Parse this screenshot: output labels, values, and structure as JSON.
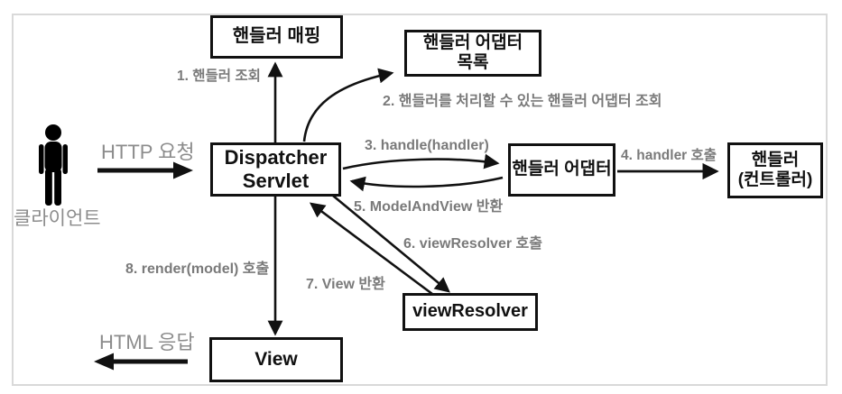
{
  "nodes": {
    "handler_mapping": {
      "label": "핸들러 매핑"
    },
    "handler_adapter_list": {
      "label": "핸들러 어댑터\n목록"
    },
    "dispatcher_servlet": {
      "label": "Dispatcher\nServlet"
    },
    "handler_adapter": {
      "label": "핸들러 어댑터"
    },
    "handler_controller": {
      "label": "핸들러\n(컨트롤러)"
    },
    "view_resolver": {
      "label": "viewResolver"
    },
    "view": {
      "label": "View"
    }
  },
  "client": {
    "label": "클라이언트",
    "icon": "person-icon"
  },
  "flow_labels": {
    "http_request": "HTTP 요청",
    "html_response": "HTML 응답"
  },
  "steps": {
    "s1": "1. 핸들러 조회",
    "s2": "2. 핸들러를 처리할 수 있는 핸들러 어댑터 조회",
    "s3": "3. handle(handler)",
    "s4": "4. handler 호출",
    "s5": "5. ModelAndView 반환",
    "s6": "6. viewResolver 호출",
    "s7": "7. View 반환",
    "s8": "8. render(model) 호출"
  },
  "colors": {
    "box_border": "#111111",
    "step_label": "#7a7a7a",
    "flow_label": "#8c8c8c",
    "arrow": "#111111",
    "frame": "#d9d9d9"
  }
}
